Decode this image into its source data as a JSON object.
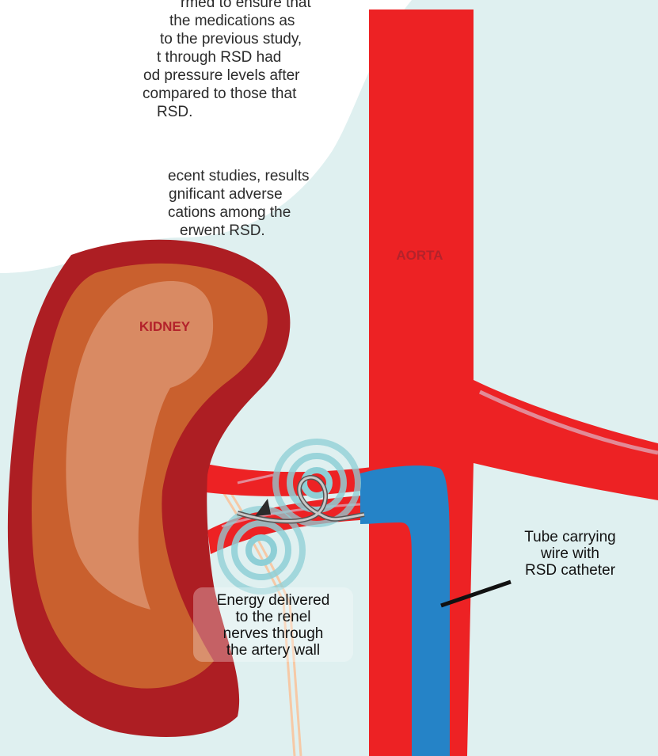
{
  "text_block": {
    "paragraph_1": [
      "rmed to ensure that",
      "the medications as",
      "to the previous study,",
      "t through RSD had",
      "od pressure levels after",
      "compared to those that",
      "RSD."
    ],
    "paragraph_2": [
      "ecent studies, results",
      "gnificant adverse",
      "cations among the",
      "erwent RSD."
    ]
  },
  "labels": {
    "kidney": "KIDNEY",
    "aorta": "AORTA"
  },
  "callouts": {
    "tube": [
      "Tube carrying",
      "wire with",
      "RSD catheter"
    ],
    "energy": [
      "Energy delivered",
      "to the renel",
      "nerves through",
      "the artery wall"
    ]
  },
  "colors": {
    "background_blob": "#dff0f0",
    "aorta": "#ed2224",
    "kidney_outer": "#ad1e23",
    "kidney_inner": "#c9602e",
    "kidney_core": "#d98a63",
    "tube": "#2583c7",
    "energy_rings": "#8ecfd6",
    "nerve": "#f6c9a6"
  }
}
